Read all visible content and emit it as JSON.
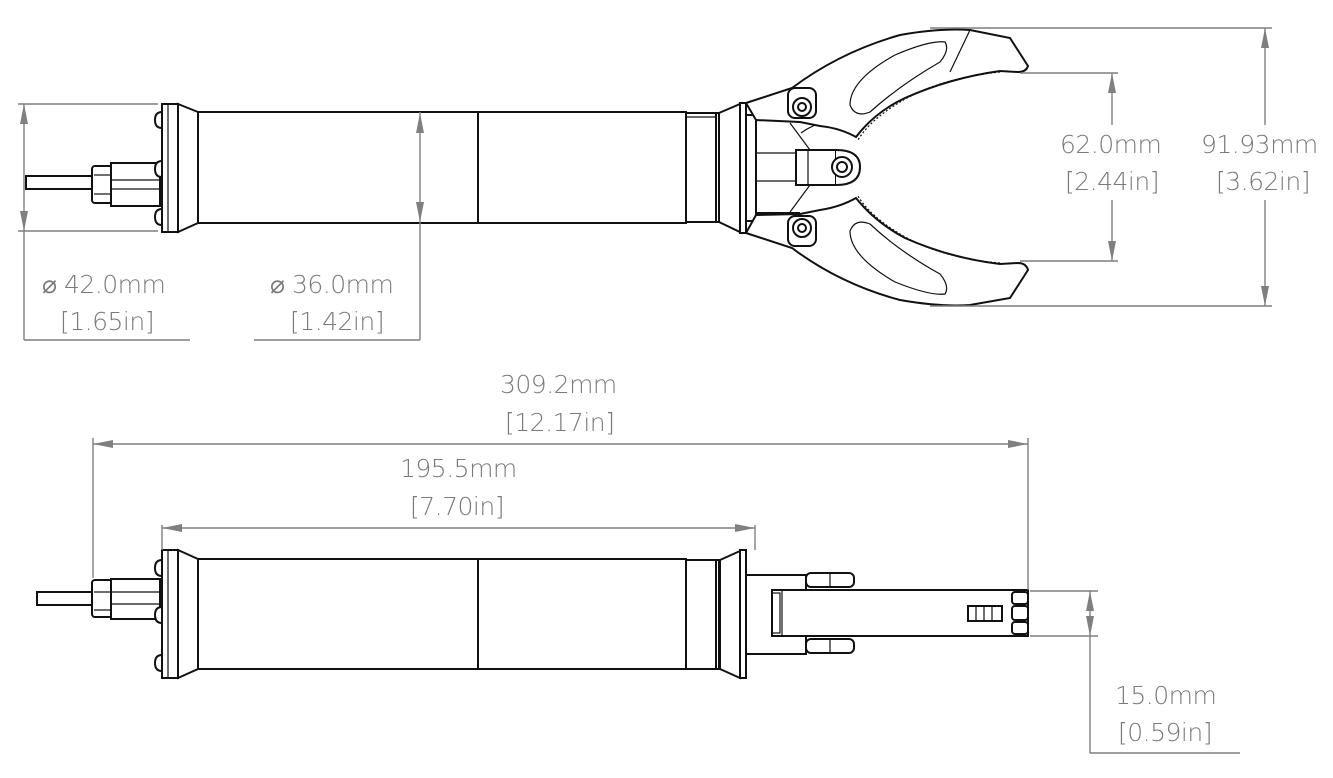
{
  "drawing": {
    "type": "technical-dimension-drawing",
    "subject": "gripper end effector",
    "views": [
      "top-view",
      "side-view"
    ],
    "line_color": "#111111",
    "dimension_color": "#7f7f7f"
  },
  "dimensions": {
    "top_outer_diameter": {
      "symbol": "⌀",
      "metric": "42.0mm",
      "imperial": "[1.65in]"
    },
    "top_body_diameter": {
      "symbol": "⌀",
      "metric": "36.0mm",
      "imperial": "[1.42in]"
    },
    "jaw_inner_opening": {
      "metric": "62.0mm",
      "imperial": "[2.44in]"
    },
    "jaw_outer_span": {
      "metric": "91.93mm",
      "imperial": "[3.62in]"
    },
    "overall_length": {
      "metric": "309.2mm",
      "imperial": "[12.17in]"
    },
    "body_length": {
      "metric": "195.5mm",
      "imperial": "[7.70in]"
    },
    "jaw_thickness": {
      "metric": "15.0mm",
      "imperial": "[0.59in]"
    }
  }
}
